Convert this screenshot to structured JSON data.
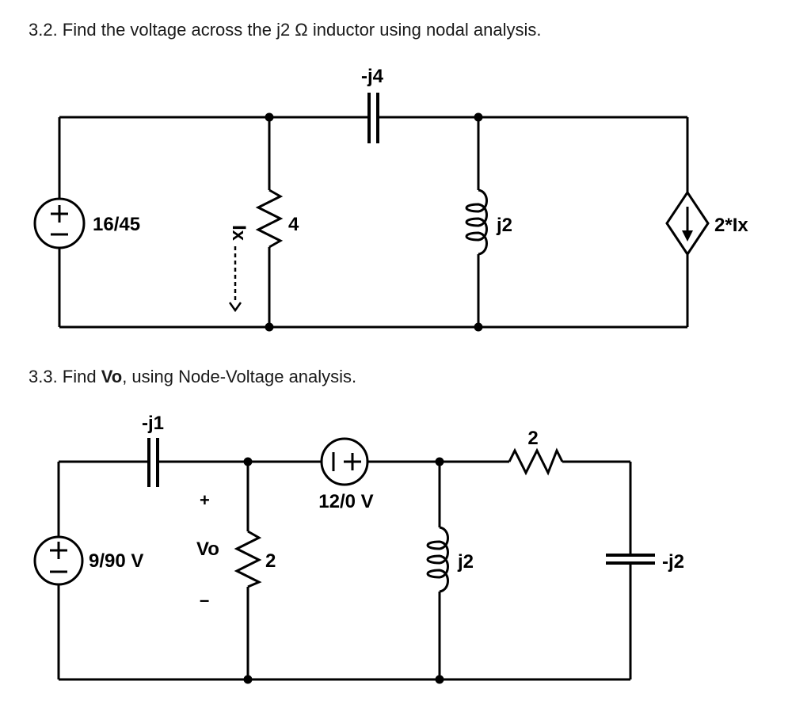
{
  "page": {
    "background_color": "#ffffff",
    "ink_color": "#000000"
  },
  "problem_32": {
    "title": "3.2. Find the voltage across the j2 Ω inductor using nodal analysis.",
    "labels": {
      "source": "16/45",
      "capacitor": "-j4",
      "resistor": "4",
      "branch_current": "Ix",
      "inductor": "j2",
      "dependent_source": "2*Ix"
    }
  },
  "problem_33": {
    "title_pre": "3.3. Find ",
    "title_bold": "Vo",
    "title_post": ", using Node-Voltage analysis.",
    "labels": {
      "source_left": "9/90 V",
      "capacitor_top": "-j1",
      "vo_plus": "+",
      "vo": "Vo",
      "vo_minus": "–",
      "resistor_vertical": "2",
      "source_mid": "12/0 V",
      "inductor": "j2",
      "resistor_top": "2",
      "capacitor_right": "-j2"
    }
  }
}
